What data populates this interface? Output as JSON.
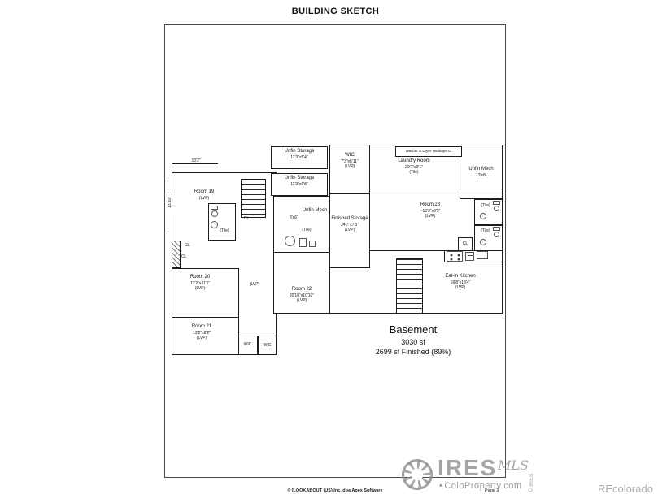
{
  "title": "BUILDING SKETCH",
  "plan": {
    "dims": {
      "top": "13'2\"",
      "left": "13'10\""
    },
    "hookups_note": "Washer & Dryer Hookups x3",
    "rooms": {
      "room19": {
        "name": "Room 19",
        "floor": "(LVP)"
      },
      "room20": {
        "name": "Room 20",
        "dims": "13'2\"x11'1\"",
        "floor": "(LVP)"
      },
      "room21": {
        "name": "Room 21",
        "dims": "13'2\"x8'2\"",
        "floor": "(LVP)"
      },
      "room22": {
        "name": "Room 22",
        "dims": "20'10\"x10'10\"",
        "floor": "(LVP)"
      },
      "room23": {
        "name": "Room 23",
        "dims": "~18'9\"x9'5\"",
        "floor": "(LVP)"
      },
      "wic_upper": {
        "name": "WIC",
        "dims": "7'3\"x6'11\"",
        "floor": "(LVP)"
      },
      "laundry": {
        "name": "Laundry Room",
        "dims": "20'1\"x9'1\"",
        "floor": "(Tile)"
      },
      "unfin_mech_right": {
        "name": "Unfin Mech",
        "dims": "12'x8'"
      },
      "unfin_storage_1": {
        "name": "Unfin Storage",
        "dims": "11'3\"x5'4\""
      },
      "unfin_storage_2": {
        "name": "Unfin Storage",
        "dims": "11'3\"x6'8\""
      },
      "unfin_mech_mid": {
        "name": "Unfin Mech",
        "dims": "8'x6'",
        "floor": "(Tile)"
      },
      "finished_storage": {
        "name": "Finished Storage",
        "dims": "24'7\"x7'3\"",
        "floor": "(LVP)"
      },
      "kitchen": {
        "name": "Eat-in Kitchen",
        "dims": "16'8\"x13'4\"",
        "floor": "(LVP)"
      },
      "hallway": {
        "floor": "(LVP)"
      }
    },
    "labels": {
      "cl": "CL",
      "wic": "WIC",
      "tile": "(Tile)"
    },
    "summary": {
      "name": "Basement",
      "area": "3030 sf",
      "finished": "2699 sf Finished (89%)"
    }
  },
  "footer": {
    "copyright": "© ILOOKABOUT (US) Inc. dba Apex Software",
    "page": "Page 3"
  },
  "watermark": {
    "brand": "IRES",
    "script": "MLS",
    "bullet": "•",
    "site": "ColoProperty.com",
    "vertical": "© IRES",
    "recolorado": "REcolorado"
  }
}
